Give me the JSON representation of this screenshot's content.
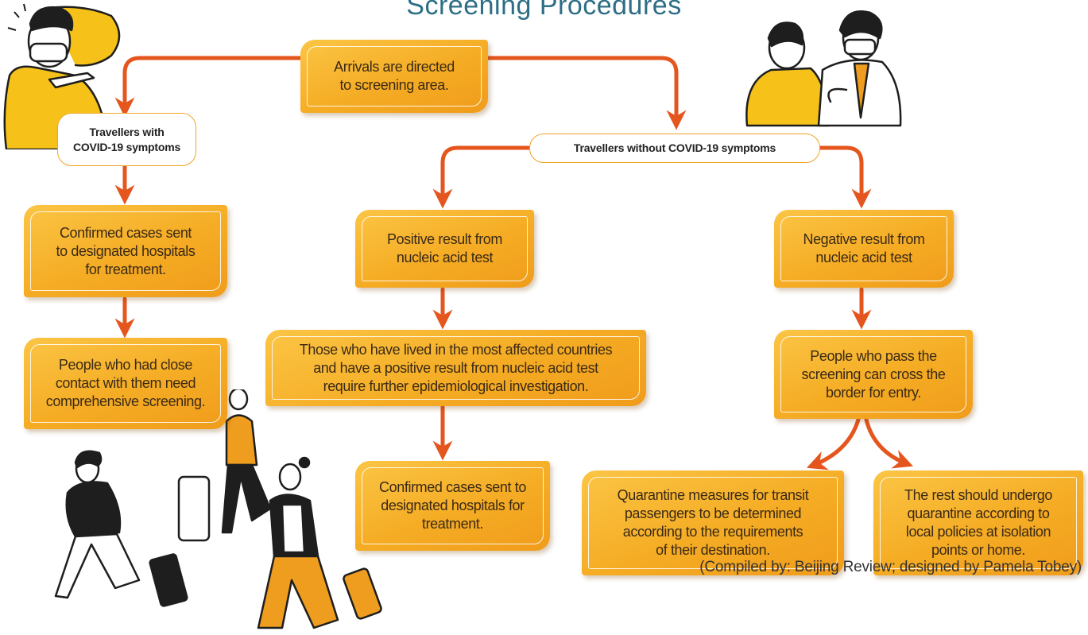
{
  "title": "Screening Procedures",
  "nodes": {
    "arrivals": "Arrivals are directed\nto screening area.",
    "with_symptoms": "Travellers with\nCOVID-19 symptoms",
    "without_symptoms": "Travellers without COVID-19 symptoms",
    "confirmed_left": "Confirmed cases sent\nto designated hospitals\nfor treatment.",
    "close_contact": "People who had close\ncontact with them need\ncomprehensive screening.",
    "positive": "Positive result from\nnucleic acid test",
    "most_affected": "Those who have lived in the most affected countries\nand have a positive result from nucleic acid test\nrequire further epidemiological investigation.",
    "confirmed_mid": "Confirmed cases sent to\ndesignated hospitals for\ntreatment.",
    "negative": "Negative result from\nnucleic acid test",
    "pass": "People who pass the\nscreening can cross the\nborder for entry.",
    "transit": "Quarantine measures for transit\npassengers to be determined\naccording to the requirements\nof their destination.",
    "rest": "The rest should undergo\nquarantine according to\nlocal policies at isolation\npoints or home."
  },
  "credit": "(Compiled by: Beijing Review; designed by Pamela Tobey)",
  "colors": {
    "box": "#f5ac24",
    "arrow": "#e5561f",
    "pill_border": "#f0a426",
    "title": "#2d6e86",
    "figure_yellow": "#f6c21a",
    "figure_orange": "#ee9d1f",
    "ink": "#1e1e1e"
  },
  "illustrations": {
    "top_left": "man-with-mask-hand-on-head",
    "top_right": "doctor-with-stethoscope-and-patient",
    "bottom_left": "travellers-with-suitcases"
  }
}
